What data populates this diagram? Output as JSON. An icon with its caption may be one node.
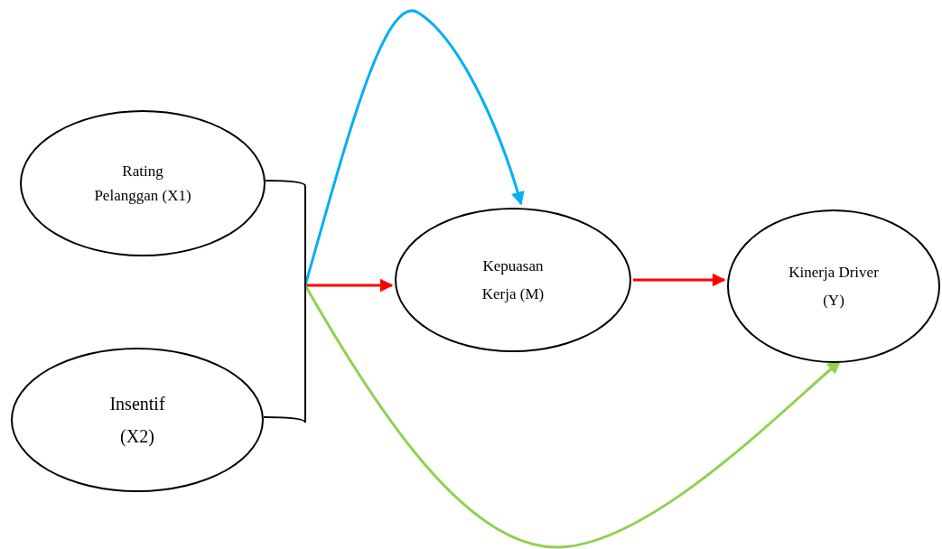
{
  "diagram": {
    "nodes": [
      {
        "text": [
          "Rating",
          "Pelanggan (X1)"
        ]
      },
      {
        "text": [
          "Insentif",
          "(X2)"
        ]
      },
      {
        "text": [
          "Kepuasan",
          "Kerja (M)"
        ]
      },
      {
        "text": [
          "Kinerja Driver",
          "(Y)"
        ]
      },
      {
        "text": [],
        "shape": "bar"
      }
    ],
    "edges": [
      {
        "from": 0,
        "to": 4,
        "arrow": "none",
        "color": "#000000"
      },
      {
        "from": 1,
        "to": 4,
        "arrow": "none",
        "color": "#000000"
      },
      {
        "from": 4,
        "to": 2,
        "arrow": "to",
        "color": "#ff0000"
      },
      {
        "from": 4,
        "to": 2,
        "arrow": "to",
        "color": "#00b0f0"
      },
      {
        "from": 4,
        "to": 3,
        "arrow": "to",
        "color": "#92d050"
      },
      {
        "from": 2,
        "to": 3,
        "arrow": "to",
        "color": "#ff0000"
      }
    ]
  }
}
